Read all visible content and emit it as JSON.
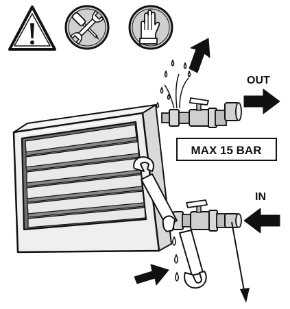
{
  "labels": {
    "out": "OUT",
    "in": "IN",
    "pressure": "MAX 15 BAR"
  },
  "icons": [
    "warning-triangle-icon",
    "tools-icon",
    "gloves-icon"
  ],
  "colors": {
    "stroke": "#111111",
    "icon_fill": "#cfcfcf",
    "housing": "#efefef",
    "louver_dark": "#8a8a8a",
    "louver_light": "#e9e9e9",
    "pipe": "#bdbdbd",
    "background": "#ffffff"
  }
}
